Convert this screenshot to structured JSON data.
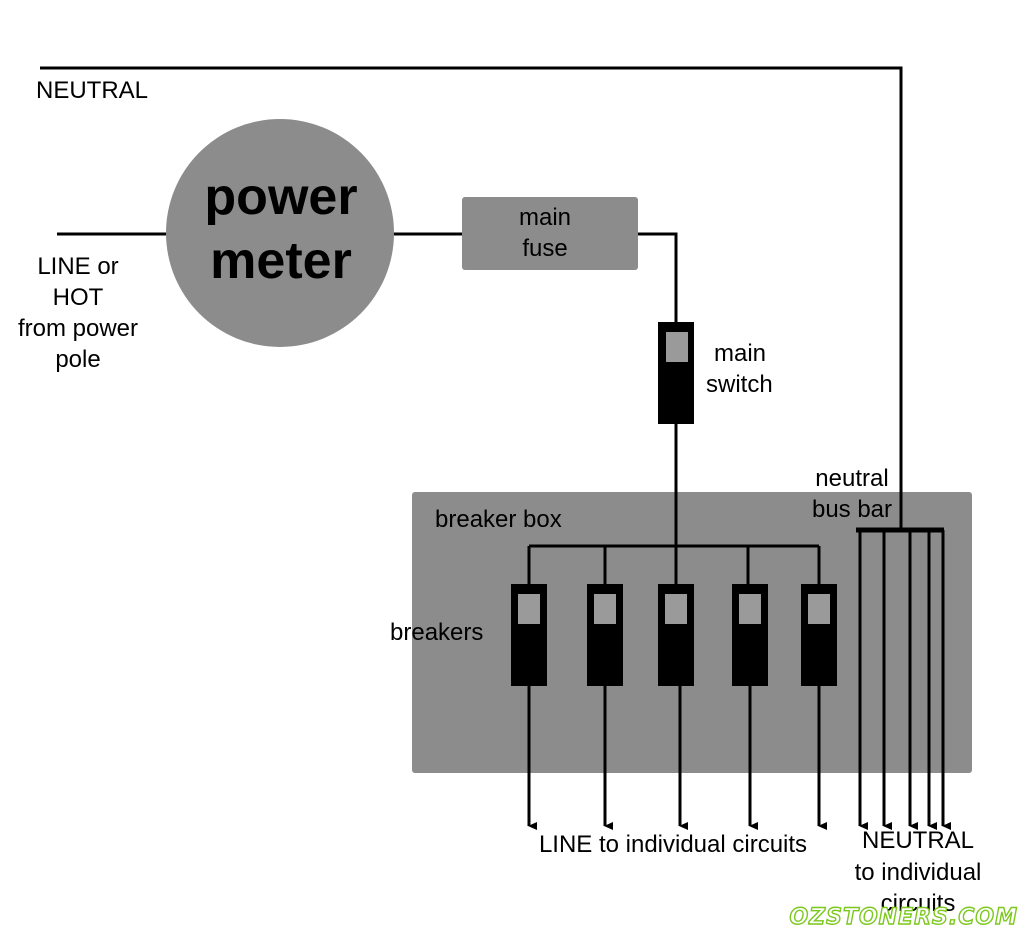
{
  "labels": {
    "neutral_top": "NEUTRAL",
    "power_meter_1": "power",
    "power_meter_2": "meter",
    "line_hot_1": "LINE or",
    "line_hot_2": "HOT",
    "line_hot_3": "from power",
    "line_hot_4": "pole",
    "main_fuse_1": "main",
    "main_fuse_2": "fuse",
    "main_switch_1": "main",
    "main_switch_2": "switch",
    "breaker_box": "breaker box",
    "breakers": "breakers",
    "neutral_bus_bar_1": "neutral",
    "neutral_bus_bar_2": "bus bar",
    "line_circuits": "LINE to individual circuits",
    "neutral_circuits_1": "NEUTRAL",
    "neutral_circuits_2": "to individual",
    "neutral_circuits_3": "circuits"
  },
  "watermark": "OZSTONERS.COM",
  "colors": {
    "gray_fill": "#8c8c8c",
    "wire": "#000000",
    "breaker_body": "#000000",
    "breaker_window": "#9a9a9a",
    "watermark": "#7cc81e"
  }
}
